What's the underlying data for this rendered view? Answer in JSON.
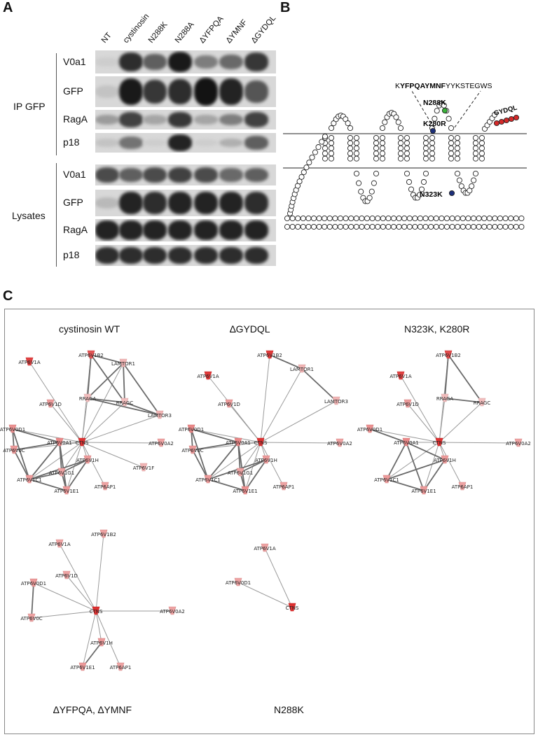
{
  "panels": {
    "a": "A",
    "b": "B",
    "c": "C"
  },
  "lanes": [
    "NT",
    "cystinosin",
    "N288K",
    "N288A",
    "∆YFPQA",
    "∆YMNF",
    "∆GYDQL"
  ],
  "ip_group_label": "IP GFP",
  "lysate_group_label": "Lysates",
  "ip_rows": [
    {
      "label": "V0a1",
      "intensities": [
        0.05,
        0.85,
        0.6,
        0.95,
        0.45,
        0.55,
        0.8
      ]
    },
    {
      "label": "GFP",
      "intensities": [
        0.1,
        0.95,
        0.8,
        0.85,
        0.98,
        0.9,
        0.65
      ]
    },
    {
      "label": "RagA",
      "intensities": [
        0.3,
        0.75,
        0.25,
        0.8,
        0.25,
        0.45,
        0.75
      ]
    },
    {
      "label": "p18",
      "intensities": [
        0.1,
        0.5,
        0.05,
        0.9,
        0.05,
        0.2,
        0.6
      ]
    }
  ],
  "lysate_rows": [
    {
      "label": "V0a1",
      "intensities": [
        0.7,
        0.6,
        0.7,
        0.75,
        0.7,
        0.55,
        0.6
      ]
    },
    {
      "label": "GFP",
      "intensities": [
        0.15,
        0.9,
        0.85,
        0.9,
        0.9,
        0.9,
        0.85
      ]
    },
    {
      "label": "RagA",
      "intensities": [
        0.9,
        0.9,
        0.9,
        0.9,
        0.9,
        0.9,
        0.9
      ]
    },
    {
      "label": "p18",
      "intensities": [
        0.85,
        0.85,
        0.85,
        0.85,
        0.85,
        0.85,
        0.85
      ]
    }
  ],
  "topology": {
    "sequence_prefix": "K",
    "sequence_bold": "YFPQAYMNF",
    "sequence_suffix": "YYKSTEGWS",
    "n288k": "N288K",
    "k280r": "K280R",
    "n323k": "N323K",
    "gydql": "GYDQL",
    "colors": {
      "green": "#3bb33b",
      "blue": "#1c2f7a",
      "red": "#d42a2a"
    }
  },
  "networks": [
    {
      "title": "cystinosin WT",
      "nodes": [
        {
          "id": "CTNS",
          "label": "CTNS",
          "intensity": 0.95
        },
        {
          "id": "ATP6V1A",
          "label": "ATP6V1A",
          "intensity": 0.85
        },
        {
          "id": "ATP6V1B2",
          "label": "ATP6V1B2",
          "intensity": 0.75
        },
        {
          "id": "LAMTOR1",
          "label": "LAMTOR1",
          "intensity": 0.2
        },
        {
          "id": "LAMTOR3",
          "label": "LAMTOR3",
          "intensity": 0.2
        },
        {
          "id": "RRAGA",
          "label": "RRAGA",
          "intensity": 0.15
        },
        {
          "id": "RRAGC",
          "label": "RRAGC",
          "intensity": 0.15
        },
        {
          "id": "ATP6V1D",
          "label": "ATP6V1D",
          "intensity": 0.35
        },
        {
          "id": "ATP6V0D1",
          "label": "ATP6V0D1",
          "intensity": 0.4
        },
        {
          "id": "ATP6V0A1",
          "label": "ATP6V0A1",
          "intensity": 0.45
        },
        {
          "id": "ATP6V0A2",
          "label": "ATP6V0A2",
          "intensity": 0.3
        },
        {
          "id": "ATP6V0C",
          "label": "ATP6V0C",
          "intensity": 0.35
        },
        {
          "id": "ATP6V1G1",
          "label": "ATP6V1G1",
          "intensity": 0.3
        },
        {
          "id": "ATP6V1H",
          "label": "ATP6V1H",
          "intensity": 0.35
        },
        {
          "id": "ATP6V1C1",
          "label": "ATP6V1C1",
          "intensity": 0.35
        },
        {
          "id": "ATP6V1E1",
          "label": "ATP6V1E1",
          "intensity": 0.35
        },
        {
          "id": "ATP6AP1",
          "label": "ATP6AP1",
          "intensity": 0.3
        },
        {
          "id": "ATP6V1F",
          "label": "ATP6V1F",
          "intensity": 0.2
        }
      ],
      "edges": [
        [
          "CTNS",
          "ATP6V1A"
        ],
        [
          "CTNS",
          "ATP6V1B2"
        ],
        [
          "CTNS",
          "LAMTOR1"
        ],
        [
          "CTNS",
          "LAMTOR3"
        ],
        [
          "CTNS",
          "RRAGA"
        ],
        [
          "CTNS",
          "RRAGC"
        ],
        [
          "CTNS",
          "ATP6V1D"
        ],
        [
          "CTNS",
          "ATP6V0D1"
        ],
        [
          "CTNS",
          "ATP6V0A1"
        ],
        [
          "CTNS",
          "ATP6V0A2"
        ],
        [
          "CTNS",
          "ATP6V0C"
        ],
        [
          "CTNS",
          "ATP6V1G1"
        ],
        [
          "CTNS",
          "ATP6V1H"
        ],
        [
          "CTNS",
          "ATP6V1C1"
        ],
        [
          "CTNS",
          "ATP6V1E1"
        ],
        [
          "CTNS",
          "ATP6AP1"
        ],
        [
          "CTNS",
          "ATP6V1F"
        ],
        [
          "ATP6V1B2",
          "LAMTOR1"
        ],
        [
          "ATP6V1B2",
          "RRAGA"
        ],
        [
          "ATP6V1B2",
          "RRAGC"
        ],
        [
          "LAMTOR1",
          "LAMTOR3"
        ],
        [
          "LAMTOR1",
          "RRAGA"
        ],
        [
          "LAMTOR1",
          "RRAGC"
        ],
        [
          "RRAGA",
          "RRAGC"
        ],
        [
          "RRAGA",
          "LAMTOR3"
        ],
        [
          "RRAGC",
          "LAMTOR3"
        ],
        [
          "ATP6V0D1",
          "ATP6V0C"
        ],
        [
          "ATP6V0D1",
          "ATP6V0A1"
        ],
        [
          "ATP6V0C",
          "ATP6V0A1"
        ],
        [
          "ATP6V0A1",
          "ATP6V1G1"
        ],
        [
          "ATP6V0A1",
          "ATP6V1C1"
        ],
        [
          "ATP6V0A1",
          "ATP6V1E1"
        ],
        [
          "ATP6V1G1",
          "ATP6V1H"
        ],
        [
          "ATP6V1G1",
          "ATP6V1E1"
        ],
        [
          "ATP6V1C1",
          "ATP6V1H"
        ],
        [
          "ATP6V1C1",
          "ATP6V1E1"
        ],
        [
          "ATP6V1H",
          "ATP6V1E1"
        ],
        [
          "ATP6V0C",
          "ATP6V1C1"
        ],
        [
          "ATP6V0D1",
          "ATP6V1C1"
        ],
        [
          "ATP6V1C1",
          "ATP6V1G1"
        ]
      ]
    },
    {
      "title": "∆GYDQL",
      "nodes": [
        {
          "id": "CTNS",
          "label": "CTNS",
          "intensity": 0.95
        },
        {
          "id": "ATP6V1A",
          "label": "ATP6V1A",
          "intensity": 0.9
        },
        {
          "id": "ATP6V1B2",
          "label": "ATP6V1B2",
          "intensity": 0.9
        },
        {
          "id": "LAMTOR1",
          "label": "LAMTOR1",
          "intensity": 0.2
        },
        {
          "id": "LAMTOR3",
          "label": "LAMTOR3",
          "intensity": 0.2
        },
        {
          "id": "ATP6V1D",
          "label": "ATP6V1D",
          "intensity": 0.35
        },
        {
          "id": "ATP6V0D1",
          "label": "ATP6V0D1",
          "intensity": 0.45
        },
        {
          "id": "ATP6V0A1",
          "label": "ATP6V0A1",
          "intensity": 0.45
        },
        {
          "id": "ATP6V0A2",
          "label": "ATP6V0A2",
          "intensity": 0.3
        },
        {
          "id": "ATP6V0C",
          "label": "ATP6V0C",
          "intensity": 0.35
        },
        {
          "id": "ATP6V1G1",
          "label": "ATP6V1G1",
          "intensity": 0.3
        },
        {
          "id": "ATP6V1H",
          "label": "ATP6V1H",
          "intensity": 0.35
        },
        {
          "id": "ATP6V1C1",
          "label": "ATP6V1C1",
          "intensity": 0.35
        },
        {
          "id": "ATP6V1E1",
          "label": "ATP6V1E1",
          "intensity": 0.4
        },
        {
          "id": "ATP6AP1",
          "label": "ATP6AP1",
          "intensity": 0.3
        }
      ],
      "edges": [
        [
          "CTNS",
          "ATP6V1A"
        ],
        [
          "CTNS",
          "ATP6V1B2"
        ],
        [
          "CTNS",
          "LAMTOR1"
        ],
        [
          "CTNS",
          "LAMTOR3"
        ],
        [
          "CTNS",
          "ATP6V1D"
        ],
        [
          "CTNS",
          "ATP6V0D1"
        ],
        [
          "CTNS",
          "ATP6V0A1"
        ],
        [
          "CTNS",
          "ATP6V0A2"
        ],
        [
          "CTNS",
          "ATP6V0C"
        ],
        [
          "CTNS",
          "ATP6V1G1"
        ],
        [
          "CTNS",
          "ATP6V1H"
        ],
        [
          "CTNS",
          "ATP6V1C1"
        ],
        [
          "CTNS",
          "ATP6V1E1"
        ],
        [
          "CTNS",
          "ATP6AP1"
        ],
        [
          "ATP6V1B2",
          "LAMTOR1"
        ],
        [
          "LAMTOR1",
          "LAMTOR3"
        ],
        [
          "ATP6V0D1",
          "ATP6V0C"
        ],
        [
          "ATP6V0D1",
          "ATP6V0A1"
        ],
        [
          "ATP6V0C",
          "ATP6V0A1"
        ],
        [
          "ATP6V0A1",
          "ATP6V1G1"
        ],
        [
          "ATP6V0A1",
          "ATP6V1C1"
        ],
        [
          "ATP6V0A1",
          "ATP6V1E1"
        ],
        [
          "ATP6V1G1",
          "ATP6V1H"
        ],
        [
          "ATP6V1G1",
          "ATP6V1E1"
        ],
        [
          "ATP6V1C1",
          "ATP6V1H"
        ],
        [
          "ATP6V1C1",
          "ATP6V1E1"
        ],
        [
          "ATP6V1H",
          "ATP6V1E1"
        ],
        [
          "ATP6V0C",
          "ATP6V1C1"
        ],
        [
          "ATP6V0D1",
          "ATP6V1C1"
        ]
      ]
    },
    {
      "title": "N323K, K280R",
      "nodes": [
        {
          "id": "CTNS",
          "label": "CTNS",
          "intensity": 0.95
        },
        {
          "id": "ATP6V1A",
          "label": "ATP6V1A",
          "intensity": 0.85
        },
        {
          "id": "ATP6V1B2",
          "label": "ATP6V1B2",
          "intensity": 0.8
        },
        {
          "id": "RRAGA",
          "label": "RRAGA",
          "intensity": 0.15
        },
        {
          "id": "RRAGC",
          "label": "RRAGC",
          "intensity": 0.15
        },
        {
          "id": "ATP6V1D",
          "label": "ATP6V1D",
          "intensity": 0.35
        },
        {
          "id": "ATP6V0D1",
          "label": "ATP6V0D1",
          "intensity": 0.4
        },
        {
          "id": "ATP6V0A1",
          "label": "ATP6V0A1",
          "intensity": 0.45
        },
        {
          "id": "ATP6V0A2",
          "label": "ATP6V0A2",
          "intensity": 0.3
        },
        {
          "id": "ATP6V1H",
          "label": "ATP6V1H",
          "intensity": 0.35
        },
        {
          "id": "ATP6V1C1",
          "label": "ATP6V1C1",
          "intensity": 0.35
        },
        {
          "id": "ATP6V1E1",
          "label": "ATP6V1E1",
          "intensity": 0.35
        },
        {
          "id": "ATP6AP1",
          "label": "ATP6AP1",
          "intensity": 0.3
        }
      ],
      "edges": [
        [
          "CTNS",
          "ATP6V1A"
        ],
        [
          "CTNS",
          "ATP6V1B2"
        ],
        [
          "CTNS",
          "RRAGA"
        ],
        [
          "CTNS",
          "RRAGC"
        ],
        [
          "CTNS",
          "ATP6V1D"
        ],
        [
          "CTNS",
          "ATP6V0D1"
        ],
        [
          "CTNS",
          "ATP6V0A1"
        ],
        [
          "CTNS",
          "ATP6V0A2"
        ],
        [
          "CTNS",
          "ATP6V1H"
        ],
        [
          "CTNS",
          "ATP6V1C1"
        ],
        [
          "CTNS",
          "ATP6V1E1"
        ],
        [
          "CTNS",
          "ATP6AP1"
        ],
        [
          "ATP6V1B2",
          "RRAGA"
        ],
        [
          "ATP6V1B2",
          "RRAGC"
        ],
        [
          "RRAGA",
          "RRAGC"
        ],
        [
          "ATP6V0D1",
          "ATP6V0A1"
        ],
        [
          "ATP6V0A1",
          "ATP6V1C1"
        ],
        [
          "ATP6V0A1",
          "ATP6V1E1"
        ],
        [
          "ATP6V1C1",
          "ATP6V1H"
        ],
        [
          "ATP6V1C1",
          "ATP6V1E1"
        ],
        [
          "ATP6V1H",
          "ATP6V1E1"
        ],
        [
          "ATP6V0A1",
          "ATP6V1H"
        ]
      ]
    },
    {
      "title": "∆YFPQA, ∆YMNF",
      "nodes": [
        {
          "id": "CTNS",
          "label": "CTNS",
          "intensity": 0.95
        },
        {
          "id": "ATP6V1A",
          "label": "ATP6V1A",
          "intensity": 0.3
        },
        {
          "id": "ATP6V1B2",
          "label": "ATP6V1B2",
          "intensity": 0.3
        },
        {
          "id": "ATP6V1D",
          "label": "ATP6V1D",
          "intensity": 0.3
        },
        {
          "id": "ATP6V0D1",
          "label": "ATP6V0D1",
          "intensity": 0.35
        },
        {
          "id": "ATP6V0A2",
          "label": "ATP6V0A2",
          "intensity": 0.3
        },
        {
          "id": "ATP6V0C",
          "label": "ATP6V0C",
          "intensity": 0.3
        },
        {
          "id": "ATP6V1H",
          "label": "ATP6V1H",
          "intensity": 0.35
        },
        {
          "id": "ATP6V1E1",
          "label": "ATP6V1E1",
          "intensity": 0.35
        },
        {
          "id": "ATP6AP1",
          "label": "ATP6AP1",
          "intensity": 0.3
        }
      ],
      "edges": [
        [
          "CTNS",
          "ATP6V1A"
        ],
        [
          "CTNS",
          "ATP6V1B2"
        ],
        [
          "CTNS",
          "ATP6V1D"
        ],
        [
          "CTNS",
          "ATP6V0D1"
        ],
        [
          "CTNS",
          "ATP6V0A2"
        ],
        [
          "CTNS",
          "ATP6V0C"
        ],
        [
          "CTNS",
          "ATP6V1H"
        ],
        [
          "CTNS",
          "ATP6V1E1"
        ],
        [
          "CTNS",
          "ATP6AP1"
        ],
        [
          "ATP6V0D1",
          "ATP6V0C"
        ],
        [
          "ATP6V1H",
          "ATP6V1E1"
        ]
      ]
    },
    {
      "title": "N288K",
      "nodes": [
        {
          "id": "CTNS",
          "label": "CTNS",
          "intensity": 0.95
        },
        {
          "id": "ATP6V1A",
          "label": "ATP6V1A",
          "intensity": 0.3
        },
        {
          "id": "ATP6V0D1",
          "label": "ATP6V0D1",
          "intensity": 0.3
        }
      ],
      "edges": [
        [
          "CTNS",
          "ATP6V1A"
        ],
        [
          "CTNS",
          "ATP6V0D1"
        ]
      ]
    }
  ]
}
